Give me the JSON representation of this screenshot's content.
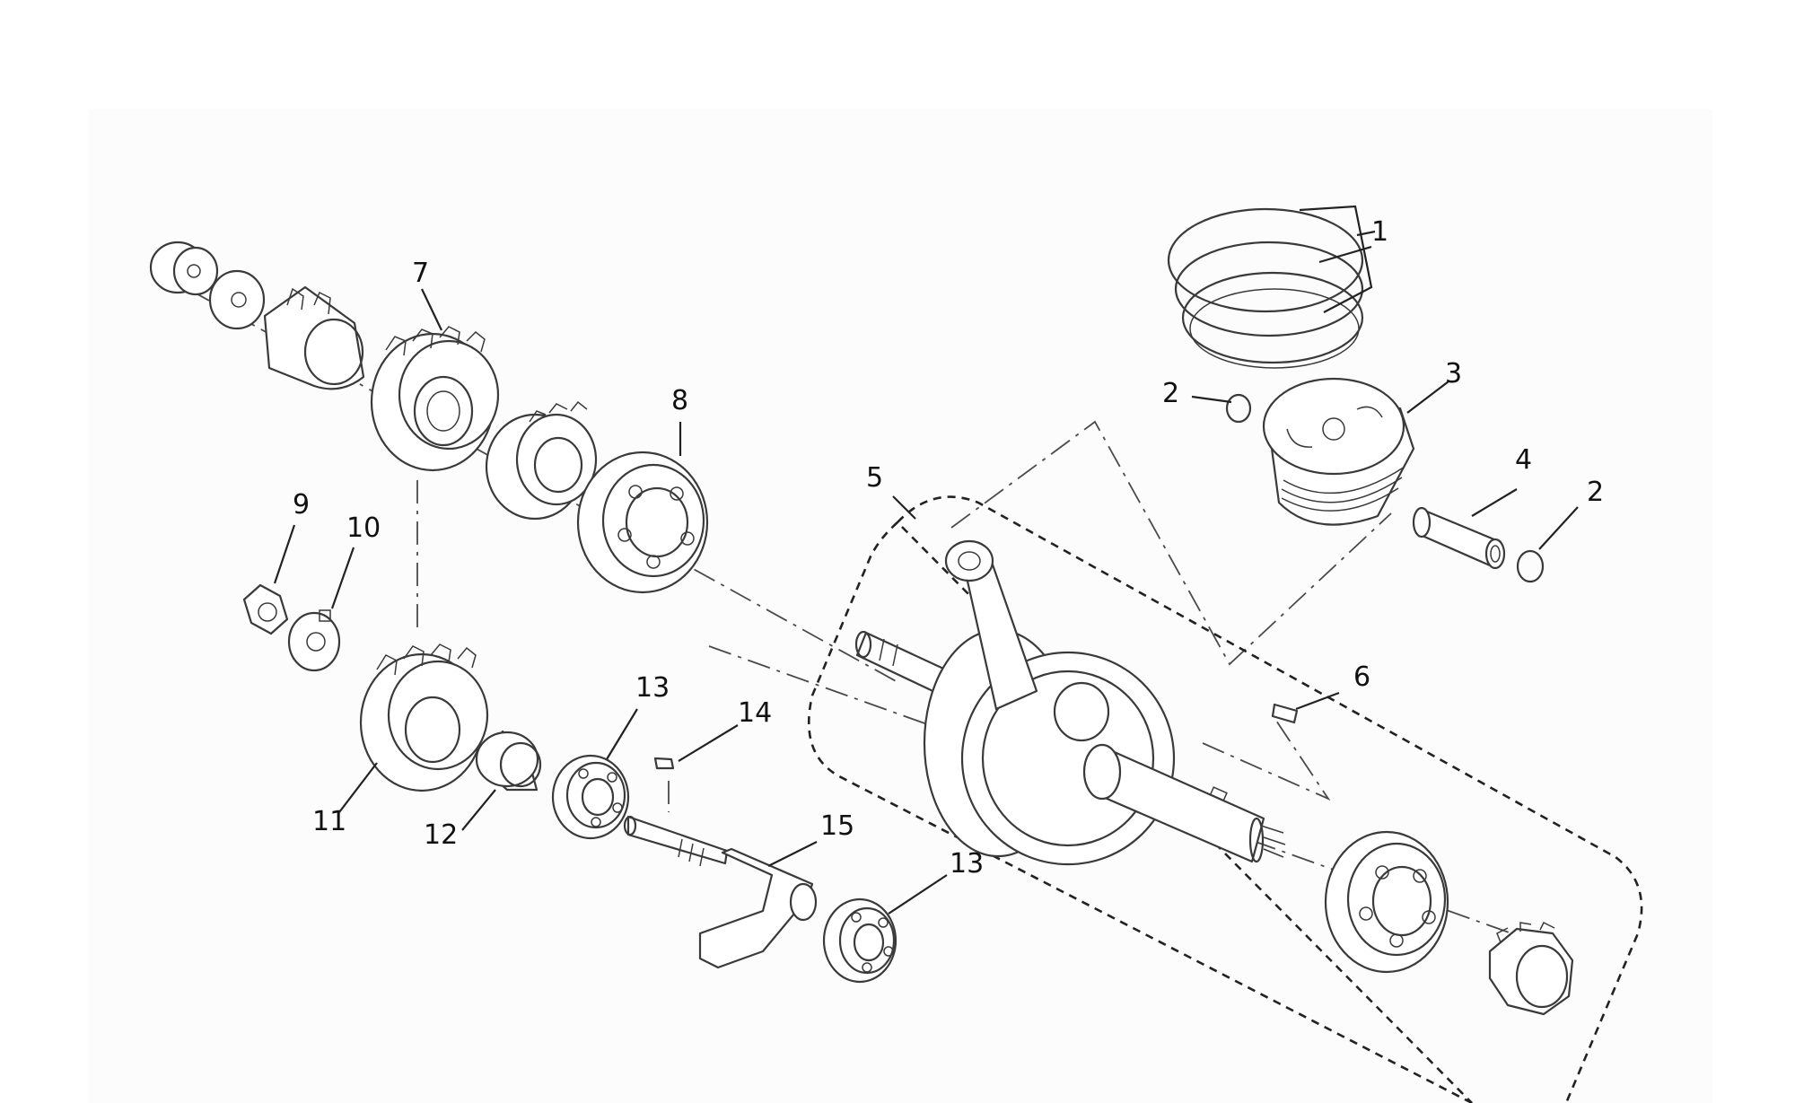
{
  "figure": {
    "background": "#ffffff",
    "panel": "#fcfcfc",
    "line_color": "#3a3a3a"
  },
  "callouts": {
    "c1": "1",
    "c2a": "2",
    "c2b": "2",
    "c3": "3",
    "c4": "4",
    "c5": "5",
    "c6": "6",
    "c7": "7",
    "c8": "8",
    "c9": "9",
    "c10": "10",
    "c11": "11",
    "c12": "12",
    "c13a": "13",
    "c13b": "13",
    "c14": "14",
    "c15": "15"
  }
}
